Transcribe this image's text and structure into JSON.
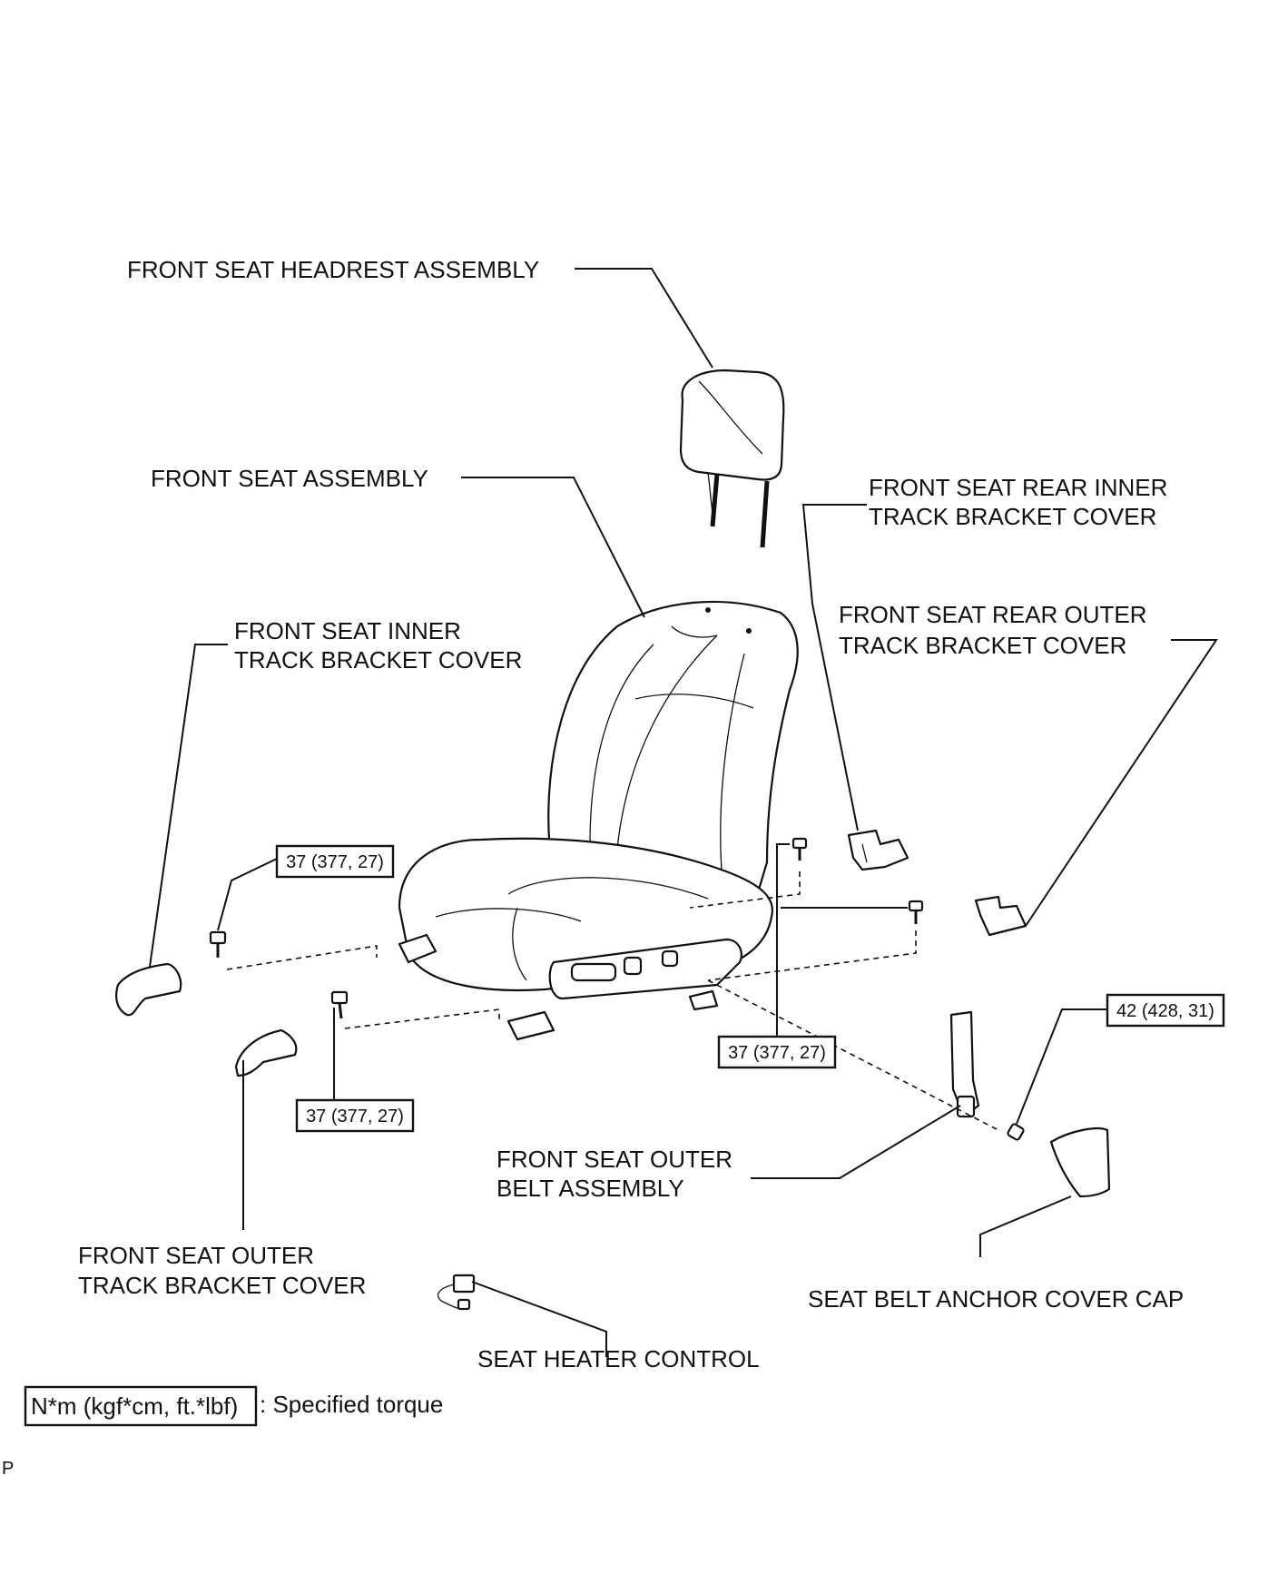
{
  "labels": {
    "headrest": "FRONT SEAT HEADREST ASSEMBLY",
    "seat": "FRONT SEAT ASSEMBLY",
    "rear_inner": [
      "FRONT SEAT REAR INNER",
      "TRACK BRACKET COVER"
    ],
    "rear_outer": [
      "FRONT SEAT REAR OUTER",
      "TRACK BRACKET COVER"
    ],
    "inner": [
      "FRONT SEAT INNER",
      "TRACK BRACKET COVER"
    ],
    "outer_belt": [
      "FRONT SEAT OUTER",
      "BELT ASSEMBLY"
    ],
    "outer_track": [
      "FRONT SEAT OUTER",
      "TRACK BRACKET COVER"
    ],
    "anchor_cap": "SEAT BELT ANCHOR COVER CAP",
    "heater": "SEAT HEATER CONTROL"
  },
  "torques": {
    "t1": "37 (377, 27)",
    "t2": "37 (377, 27)",
    "t3": "37 (377, 27)",
    "t4": "42 (428, 31)"
  },
  "legend": {
    "units": "N*m (kgf*cm, ft.*lbf)",
    "text": ": Specified torque"
  },
  "corner_mark": "P"
}
